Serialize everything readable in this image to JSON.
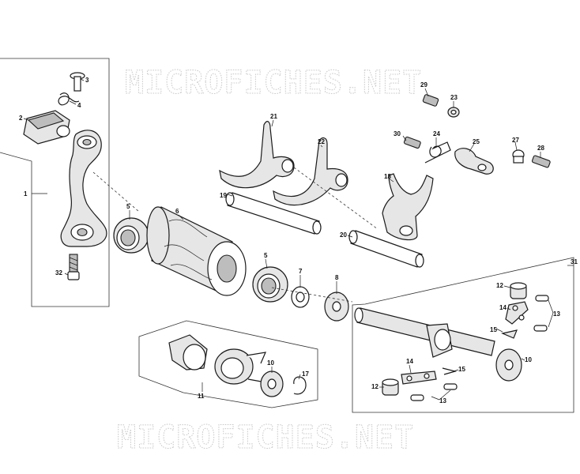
{
  "watermark": "MICROFICHES.NET",
  "callouts": {
    "c1": "1",
    "c2": "2",
    "c3": "3",
    "c4": "4",
    "c5a": "5",
    "c5b": "5",
    "c6": "6",
    "c7": "7",
    "c8": "8",
    "c10a": "10",
    "c10b": "10",
    "c11": "11",
    "c12a": "12",
    "c12b": "12",
    "c13a": "13",
    "c13b": "13",
    "c14a": "14",
    "c14b": "14",
    "c15a": "15",
    "c15b": "15",
    "c17": "17",
    "c18": "18",
    "c19": "19",
    "c20": "20",
    "c21": "21",
    "c22": "22",
    "c23": "23",
    "c24": "24",
    "c25": "25",
    "c27": "27",
    "c28": "28",
    "c29": "29",
    "c30": "30",
    "c31": "31",
    "c32": "32"
  }
}
